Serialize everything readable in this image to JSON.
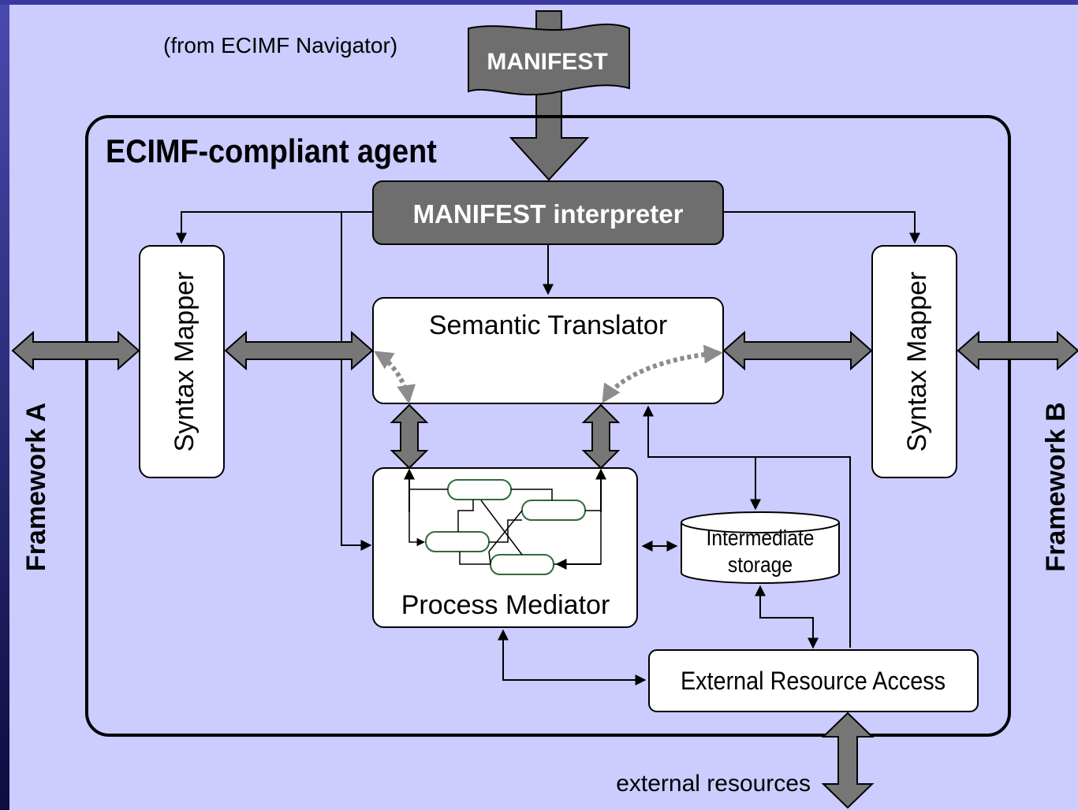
{
  "source_label": "(from ECIMF Navigator)",
  "manifest_label": "MANIFEST",
  "agent_title": "ECIMF-compliant agent",
  "interpreter_label": "MANIFEST interpreter",
  "syntax_mapper_left": "Syntax Mapper",
  "syntax_mapper_right": "Syntax Mapper",
  "semantic_translator": "Semantic Translator",
  "process_mediator": "Process Mediator",
  "storage_line1": "Intermediate",
  "storage_line2": "storage",
  "external_access": "External Resource Access",
  "external_resources": "external resources",
  "framework_a": "Framework A",
  "framework_b": "Framework B",
  "colors": {
    "background": "#ccccff",
    "dark_box": "#6e6e6e",
    "arrow_gray": "#777777",
    "dotted_arrow": "#8c8c8c",
    "frame_left": "#1a1a66",
    "process_node": "#2e6b3a"
  }
}
